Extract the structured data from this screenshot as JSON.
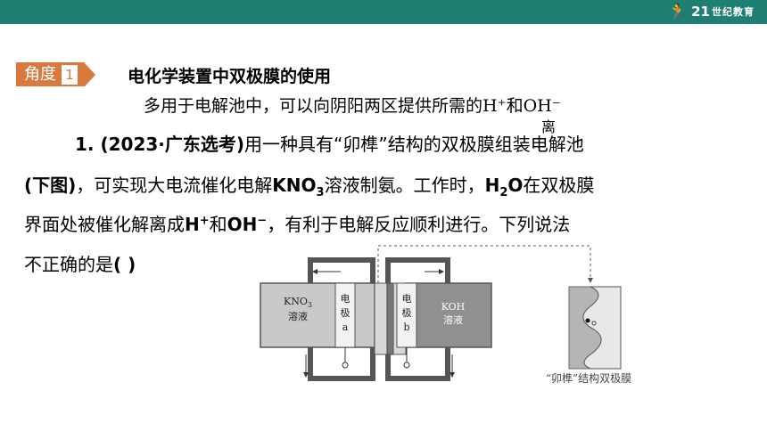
{
  "header": {
    "logo_text": "21",
    "logo_cn": "世纪教育"
  },
  "section": {
    "badge_label": "角度",
    "badge_num": "1",
    "title": "电化学装置中双极膜的使用"
  },
  "subtitle": {
    "text": "多用于电解池中，可以向阴阳两区提供所需的H⁺和OH⁻",
    "tail": "离"
  },
  "question": {
    "l1_num": "1. (2023·广东选考)",
    "l1_rest": "用一种具有“卯榫”结构的双极膜组装电解池",
    "l2_a": "(下图)",
    "l2_b": "，可实现大电流催化电解",
    "l2_kno": "KNO",
    "l2_sub": "3",
    "l2_c": "溶液制氨。工作时，",
    "l2_h": "H",
    "l2_hsub": "2",
    "l2_o": "O",
    "l2_d": "在双极膜",
    "l3_a": "界面处被催化解离成",
    "l3_h": "H",
    "l3_hsup": "+",
    "l3_b": "和",
    "l3_oh": "OH",
    "l3_ohsup": "−",
    "l3_c": "，有利于电解反应顺利进行。下列说法",
    "l4_a": "不正确的是",
    "l4_b": "(      )"
  },
  "diagram": {
    "left_solution_1": "KNO",
    "left_solution_sub": "3",
    "left_solution_2": "溶液",
    "electrode_a_1": "电",
    "electrode_a_2": "极",
    "electrode_a_3": "a",
    "electrode_b_1": "电",
    "electrode_b_2": "极",
    "electrode_b_3": "b",
    "right_solution_1": "KOH",
    "right_solution_2": "溶液",
    "membrane_caption": "“卯榫”结构双极膜"
  },
  "colors": {
    "top_bar": "#1f7f73",
    "badge": "#d87a3d"
  }
}
